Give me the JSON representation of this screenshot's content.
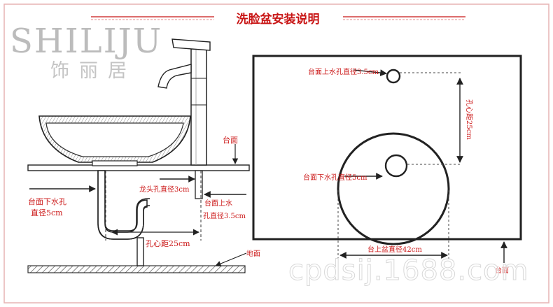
{
  "title": "洗脸盆安装说明",
  "brand": {
    "latin": "SHILIJU",
    "chinese": "饰丽居"
  },
  "watermark": "cpdsij.1688.com",
  "colors": {
    "accent": "#c81414",
    "label": "#cc1a1a",
    "line": "#2a2a2a",
    "frame": "#e7b4b4"
  },
  "side_view": {
    "countertop": "台面",
    "drain_hole_label": "台面下水孔",
    "drain_hole_dim": "直径5cm",
    "tap_hole": "龙头孔直径3cm",
    "upper_hole_label": "台面上水",
    "upper_hole_dim": "孔直径3.5cm",
    "center_distance": "孔心距25cm",
    "floor": "地面"
  },
  "top_view": {
    "upper_hole": "台面上水孔直径3.5cm",
    "center_distance": "孔心距25cm",
    "drain_hole": "台面下水孔直径5cm",
    "basin_diameter": "台上盆直径42cm",
    "countertop": "台面"
  }
}
